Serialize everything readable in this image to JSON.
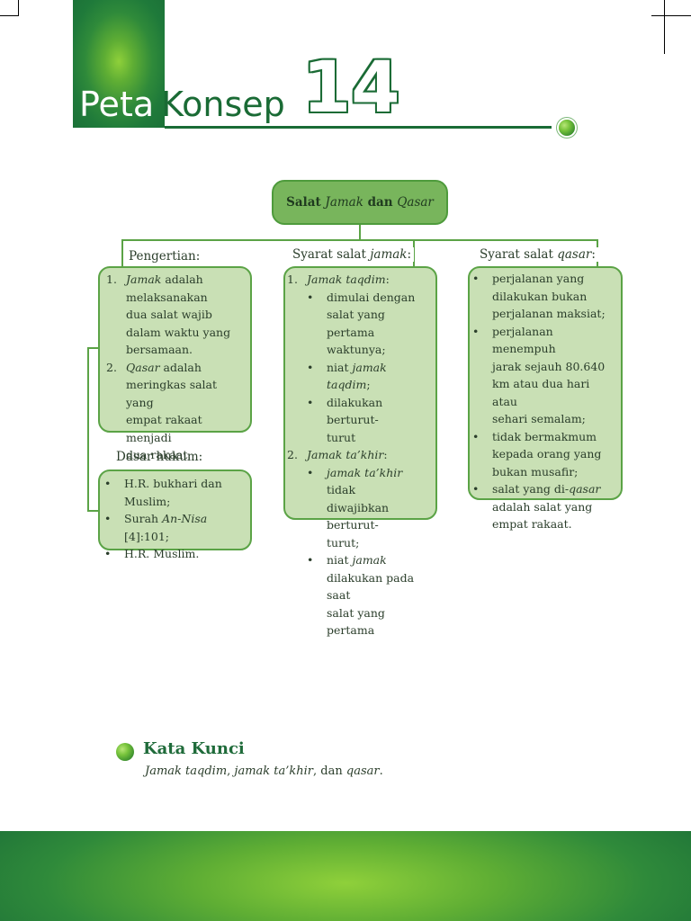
{
  "header": {
    "title_word1": "Peta",
    "title_word2": "Konsep",
    "chapter_number": "14"
  },
  "root": {
    "part1": "Salat ",
    "part2": "Jamak",
    "part3": " dan ",
    "part4": "Qasar"
  },
  "pengertian": {
    "label": "Pengertian:",
    "items": [
      {
        "num": "1.",
        "term": "Jamak",
        "rest": " adalah",
        "lines": [
          "melaksanakan",
          "dua salat wajib",
          "dalam waktu yang",
          "bersamaan."
        ]
      },
      {
        "num": "2.",
        "term": "Qasar",
        "rest": " adalah",
        "lines": [
          "meringkas salat yang",
          "empat rakaat menjadi",
          "dua rakaat."
        ]
      }
    ]
  },
  "dasar": {
    "label": "Dasar hukum:",
    "items": [
      {
        "a": "H.R. bukhari dan",
        "b": "Muslim;"
      },
      {
        "a": "Surah ",
        "term": "An-Nisa",
        "c": " [4]:101;"
      },
      {
        "a": "H.R. Muslim."
      }
    ]
  },
  "jamak": {
    "label_a": "Syarat salat ",
    "label_term": "jamak",
    "label_b": ":",
    "group1": {
      "num": "1.",
      "title": "Jamak taqdim",
      "b1": [
        "dimulai dengan",
        "salat yang pertama",
        "waktunya;"
      ],
      "b2_a": "niat ",
      "b2_term": "jamak taqdim",
      "b2_b": ";",
      "b3": [
        "dilakukan berturut-",
        "turut"
      ]
    },
    "group2": {
      "num": "2.",
      "title": "Jamak ta’khir",
      "b1_term": "jamak ta’khir",
      "b1_rest": " tidak",
      "b1_lines": [
        "diwajibkan berturut-",
        "turut;"
      ],
      "b2_a": "niat ",
      "b2_term": "jamak",
      "b2_lines": [
        "dilakukan pada saat",
        "salat yang pertama"
      ]
    }
  },
  "qasar": {
    "label_a": "Syarat salat ",
    "label_term": "qasar",
    "label_b": ":",
    "b1": [
      "perjalanan yang",
      "dilakukan bukan",
      "perjalanan maksiat;"
    ],
    "b2": [
      "perjalanan menempuh",
      "jarak sejauh 80.640",
      "km atau dua hari atau",
      "sehari semalam;"
    ],
    "b3": [
      "tidak bermakmum",
      "kepada orang yang",
      "bukan musafir;"
    ],
    "b4_a": "salat yang di-",
    "b4_term": "qasar",
    "b4_lines": [
      "adalah salat yang",
      "empat rakaat."
    ]
  },
  "kata_kunci": {
    "title": "Kata Kunci",
    "t1": "Jamak taqdim",
    "t2": ", ",
    "t3": "jamak ta’khir",
    "t4": ", dan ",
    "t5": "qasar",
    "t6": "."
  },
  "bullet_char": "•",
  "colors": {
    "dark_green": "#1a6b35",
    "box_fill": "#c9e0b5",
    "box_border": "#5ba346"
  }
}
